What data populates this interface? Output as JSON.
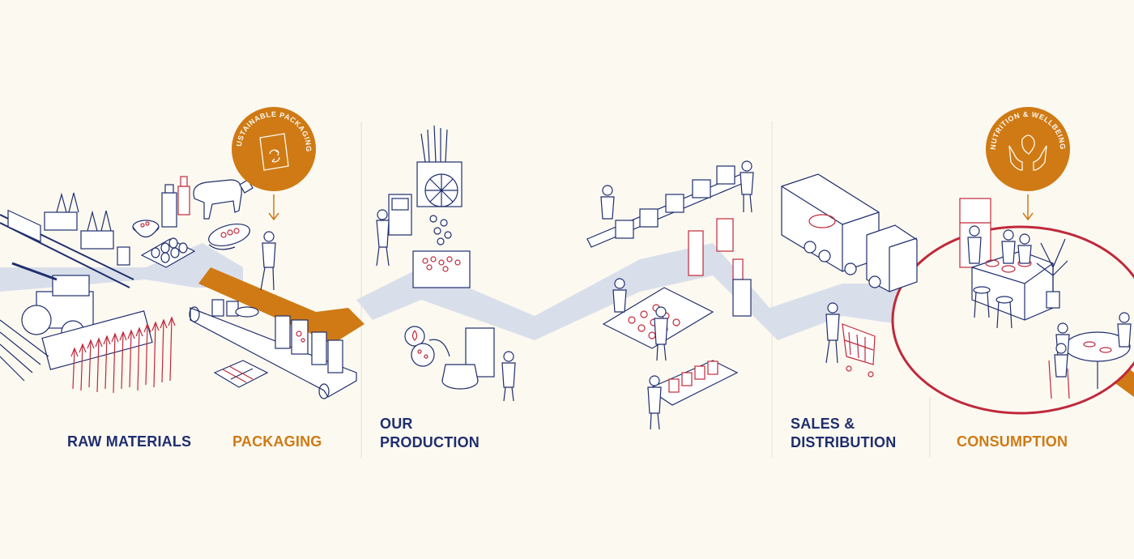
{
  "stages": {
    "raw_materials": "RAW MATERIALS",
    "packaging": "PACKAGING",
    "our_production": {
      "line1": "OUR",
      "line2": "PRODUCTION"
    },
    "sales_distribution": {
      "line1": "SALES &",
      "line2": "DISTRIBUTION"
    },
    "consumption": "CONSUMPTION"
  },
  "badges": {
    "sustainable_packaging": "SUSTAINABLE PACKAGING",
    "nutrition_wellbeing": "NUTRITION & WELLBEING"
  },
  "colors": {
    "background": "#fcf9f1",
    "navy": "#1f2e6e",
    "orange": "#cf7a14",
    "red": "#c0283a",
    "path": "#d9dfea"
  }
}
